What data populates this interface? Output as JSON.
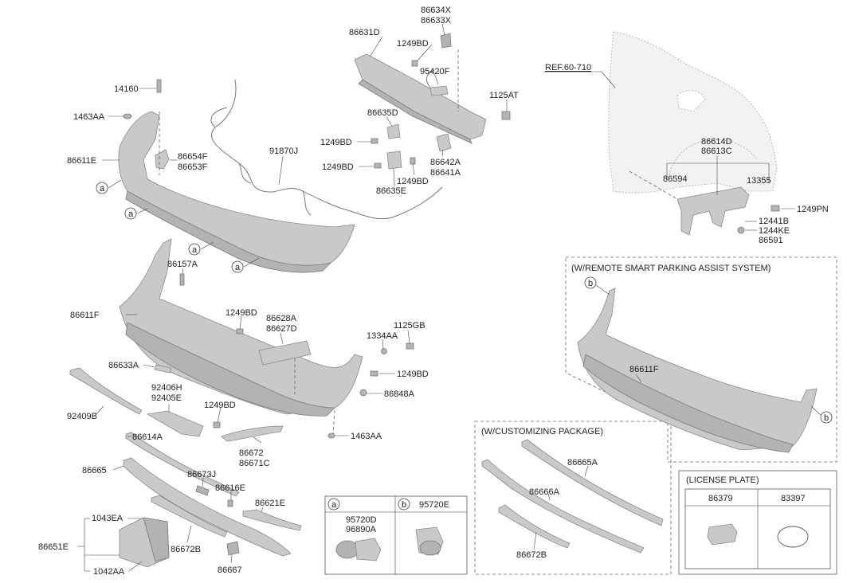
{
  "labels": {
    "p14160": "14160",
    "p1463AA_top": "1463AA",
    "p86611E": "86611E",
    "p86654F": "86654F",
    "p86653F": "86653F",
    "p91870J": "91870J",
    "p86631D": "86631D",
    "p86634X": "86634X",
    "p86633X": "86633X",
    "p1249BD_a": "1249BD",
    "p95420F": "95420F",
    "p1125AT": "1125AT",
    "p86635D": "86635D",
    "p1249BD_b": "1249BD",
    "p1249BD_c": "1249BD",
    "p86642A": "86642A",
    "p86641A": "86641A",
    "p1249BD_d": "1249BD",
    "p86635E": "86635E",
    "ref_label": "REF.60-710",
    "p86614D": "86614D",
    "p86613C": "86613C",
    "p86594": "86594",
    "p13355": "13355",
    "p1249PN": "1249PN",
    "p12441B": "12441B",
    "p1244KE": "1244KE",
    "p86591": "86591",
    "p86157A": "86157A",
    "p86611F": "86611F",
    "p1249BD_e": "1249BD",
    "p86628A": "86628A",
    "p86627D": "86627D",
    "p1334AA": "1334AA",
    "p1125GB": "1125GB",
    "p86633A": "86633A",
    "p1249BD_f": "1249BD",
    "p86848A": "86848A",
    "p92406H": "92406H",
    "p92405E": "92405E",
    "p92409B": "92409B",
    "p1249BD_g": "1249BD",
    "p1463AA_bot": "1463AA",
    "p86672": "86672",
    "p86671C": "86671C",
    "p86614A": "86614A",
    "p86665": "86665",
    "p86673J": "86673J",
    "p86616E": "86616E",
    "p86621E": "86621E",
    "p1043EA": "1043EA",
    "p86651E": "86651E",
    "p86672B": "86672B",
    "p1042AA": "1042AA",
    "p86667": "86667",
    "p86665A": "86665A",
    "p86666A": "86666A",
    "p86672B_custom": "86672B",
    "p86611F_rspa": "86611F"
  },
  "callouts": {
    "a": "a",
    "b": "b"
  },
  "boxes": {
    "rspa_title": "(W/REMOTE SMART PARKING ASSIST SYSTEM)",
    "custom_title": "(W/CUSTOMIZING PACKAGE)",
    "license_title": "(LICENSE PLATE)",
    "license_col1": "86379",
    "license_col2": "83397",
    "sensor_col_a": "a",
    "sensor_col_b": "b",
    "sensor_a_p1": "95720D",
    "sensor_a_p2": "96890A",
    "sensor_b_p1": "95720E"
  }
}
